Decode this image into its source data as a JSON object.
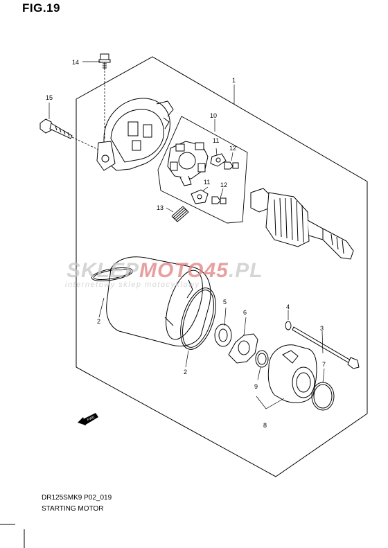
{
  "figure": {
    "label": "FIG.19"
  },
  "watermark": {
    "brand_a": "SKLEP",
    "brand_b": "MOTO",
    "brand_c": "45",
    "brand_d": ".PL",
    "tagline": "internetowy sklep motocyklowy"
  },
  "callouts": [
    "1",
    "2",
    "2",
    "3",
    "4",
    "5",
    "6",
    "7",
    "8",
    "9",
    "10",
    "11",
    "11",
    "12",
    "12",
    "13",
    "14",
    "15"
  ],
  "fwd_badge": "FWD",
  "footer": {
    "code": "DR125SMK9 P02_019",
    "name": "STARTING MOTOR"
  },
  "colors": {
    "line": "#000000",
    "watermark_gray": "#c8c8c8",
    "watermark_red": "#e08080"
  }
}
